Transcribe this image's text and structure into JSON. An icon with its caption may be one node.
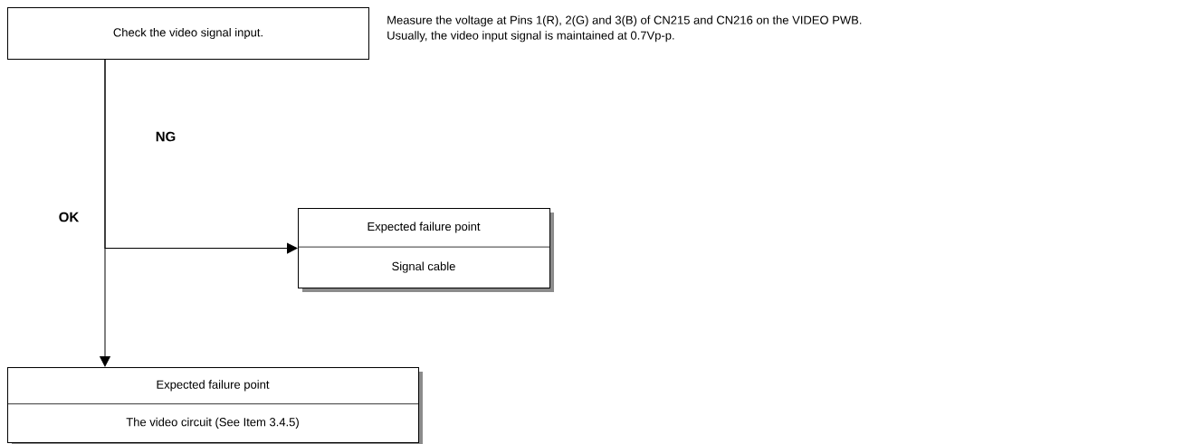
{
  "diagram": {
    "nodes": [
      {
        "text": [
          "Check the video signal input."
        ],
        "beside": [
          "Measure the voltage at Pins 1(R), 2(G) and 3(B) of CN215 and CN216 on the VIDEO PWB.",
          "Usually, the video input signal is maintained at 0.7Vp-p."
        ]
      },
      {
        "text": [
          "Expected failure point",
          "Signal cable"
        ]
      },
      {
        "text": [
          "Expected failure point",
          "The video circuit (See Item 3.4.5)"
        ]
      }
    ],
    "edges": [
      {
        "from": 0,
        "to": 1,
        "arrow": "to",
        "label": "NG"
      },
      {
        "from": 0,
        "to": 2,
        "arrow": "to",
        "label": "OK"
      }
    ]
  }
}
